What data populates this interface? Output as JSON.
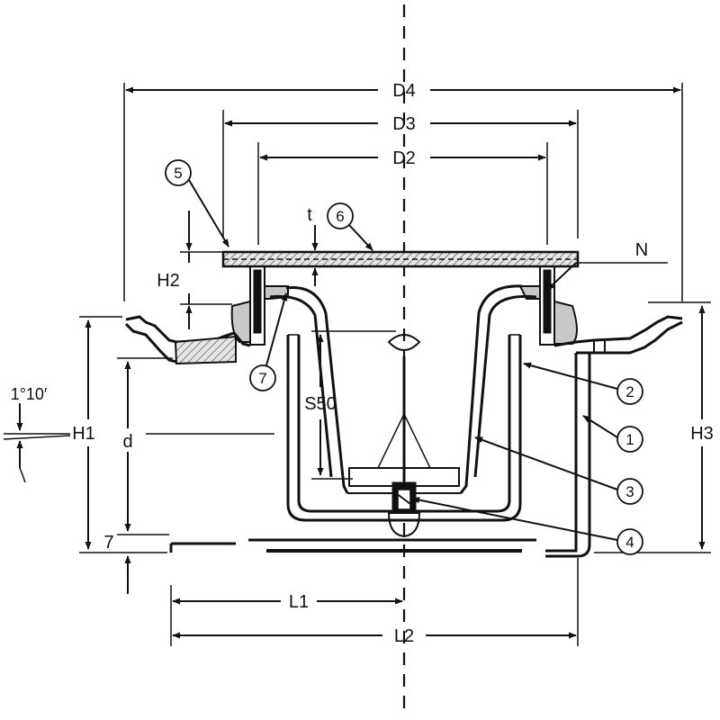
{
  "dimensions": {
    "d4": "D4",
    "d3": "D3",
    "d2": "D2",
    "h1": "H1",
    "h2": "H2",
    "h3": "H3",
    "t": "t",
    "n": "N",
    "d": "d",
    "s50": "S50",
    "l1": "L1",
    "l2": "L2",
    "seven": "7",
    "slope": "1°10′"
  },
  "parts": [
    {
      "number": "1"
    },
    {
      "number": "2"
    },
    {
      "number": "3"
    },
    {
      "number": "4"
    },
    {
      "number": "5"
    },
    {
      "number": "6"
    },
    {
      "number": "7"
    }
  ]
}
